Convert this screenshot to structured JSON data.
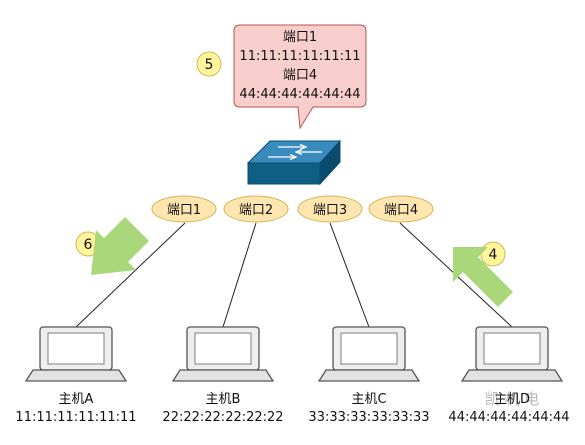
{
  "mac_table": {
    "entries": [
      {
        "port": "端口1",
        "mac": "11:11:11:11:11:11"
      },
      {
        "port": "端口4",
        "mac": "44:44:44:44:44:44"
      }
    ],
    "fill_color": "#f8cecc",
    "stroke_color": "#b85450"
  },
  "switch": {
    "icon": "network-switch-icon",
    "color": "#0f5e84"
  },
  "ports": [
    {
      "label": "端口1"
    },
    {
      "label": "端口2"
    },
    {
      "label": "端口3"
    },
    {
      "label": "端口4"
    }
  ],
  "port_style": {
    "fill_color": "#ffe6b0",
    "stroke_color": "#d6b656"
  },
  "hosts": [
    {
      "name": "主机A",
      "mac": "11:11:11:11:11:11",
      "icon": "laptop-icon"
    },
    {
      "name": "主机B",
      "mac": "22:22:22:22:22:22",
      "icon": "laptop-icon"
    },
    {
      "name": "主机C",
      "mac": "33:33:33:33:33:33",
      "icon": "laptop-icon"
    },
    {
      "name": "主机D",
      "mac": "44:44:44:44:44:44",
      "icon": "laptop-icon"
    }
  ],
  "steps": [
    {
      "number": "5"
    },
    {
      "number": "6"
    },
    {
      "number": "4"
    }
  ],
  "step_style": {
    "fill_color": "#fff59a",
    "stroke_color": "#d6b656"
  },
  "arrow_color": "#a9d77a",
  "watermark": "凯 机 电"
}
